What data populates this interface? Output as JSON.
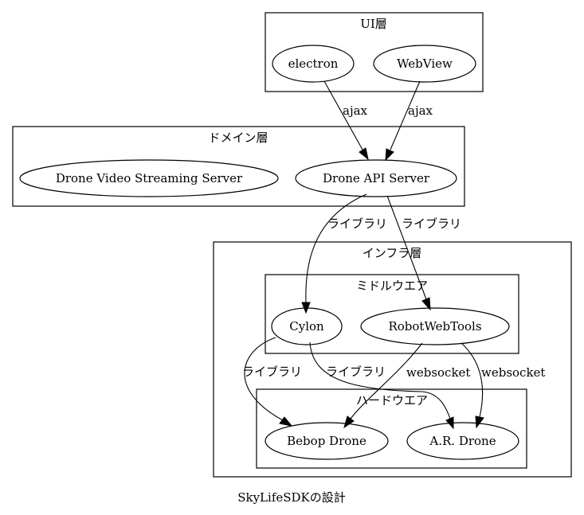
{
  "title": "SkyLifeSDKの設計",
  "clusters": {
    "ui": "UI層",
    "domain": "ドメイン層",
    "infra": "インフラ層",
    "middleware": "ミドルウエア",
    "hardware": "ハードウエア"
  },
  "nodes": {
    "electron": "electron",
    "webview": "WebView",
    "video_server": "Drone Video Streaming Server",
    "api_server": "Drone API Server",
    "cylon": "Cylon",
    "robotwebtools": "RobotWebTools",
    "bebop": "Bebop Drone",
    "ardrone": "A.R. Drone"
  },
  "edges": [
    {
      "from": "electron",
      "to": "api_server",
      "label": "ajax"
    },
    {
      "from": "webview",
      "to": "api_server",
      "label": "ajax"
    },
    {
      "from": "api_server",
      "to": "cylon",
      "label": "ライブラリ"
    },
    {
      "from": "api_server",
      "to": "robotwebtools",
      "label": "ライブラリ"
    },
    {
      "from": "cylon",
      "to": "bebop",
      "label": "ライブラリ"
    },
    {
      "from": "cylon",
      "to": "ardrone",
      "label": "ライブラリ"
    },
    {
      "from": "robotwebtools",
      "to": "bebop",
      "label": "websocket"
    },
    {
      "from": "robotwebtools",
      "to": "ardrone",
      "label": "websocket"
    }
  ]
}
